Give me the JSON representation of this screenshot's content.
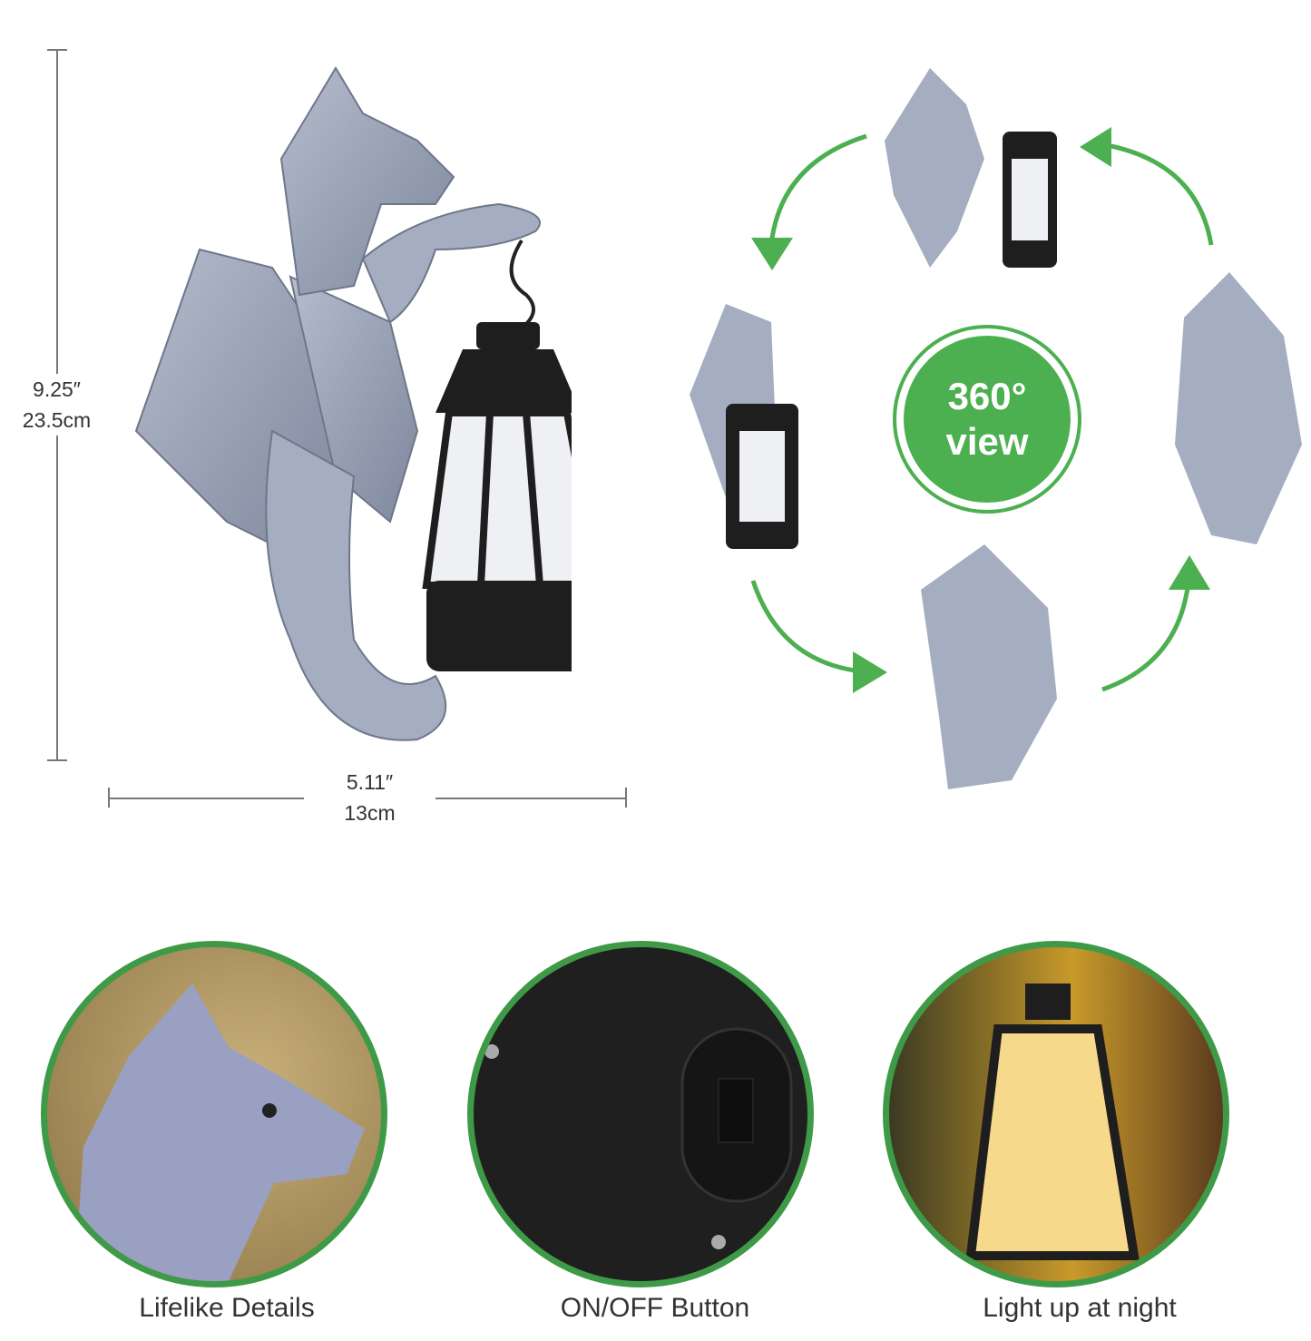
{
  "dimensions": {
    "height_in": "9.25″",
    "height_cm": "23.5cm",
    "width_in": "5.11″",
    "width_cm": "13cm"
  },
  "badge": {
    "line1": "360°",
    "line2": "view",
    "color": "#4caf50"
  },
  "features": [
    {
      "label": "Lifelike Details",
      "icon": "dragon-head-closeup"
    },
    {
      "label": "ON/OFF Button",
      "icon": "power-switch"
    },
    {
      "label": "Light up at night",
      "icon": "glowing-lantern"
    }
  ],
  "colors": {
    "accent_green": "#4caf50",
    "circle_border": "#3f9a48",
    "dragon_gray": "#9aa3b8",
    "lantern_black": "#1e1e1e"
  }
}
